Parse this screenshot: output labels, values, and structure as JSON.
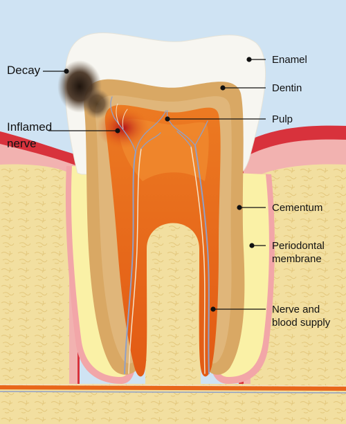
{
  "labels": {
    "decay": "Decay",
    "inflamed_nerve_line1": "Inflamed",
    "inflamed_nerve_line2": "nerve",
    "enamel": "Enamel",
    "dentin": "Dentin",
    "pulp": "Pulp",
    "cementum": "Cementum",
    "periodontal_line1": "Periodontal",
    "periodontal_line2": "membrane",
    "nerve_line1": "Nerve and",
    "nerve_line2": "blood supply"
  },
  "colors": {
    "background": "#cfe3f3",
    "enamel": "#f7f6f1",
    "dentin": "#d9a864",
    "pulp": "#e8661a",
    "gum": "#d8323c",
    "bone": "#f2dfa0",
    "membrane": "#f2a6a8",
    "cementum": "#faf1a6",
    "decay": "#2a1d14"
  }
}
